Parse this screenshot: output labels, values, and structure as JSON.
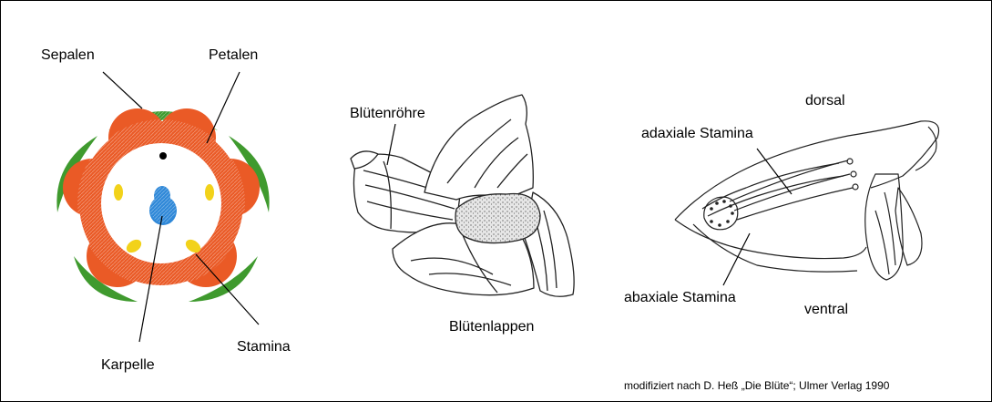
{
  "colors": {
    "sepal": "#3f9a2e",
    "petal": "#ea5a26",
    "stamen": "#f2d21a",
    "carpel": "#2f88d8",
    "line": "#000000"
  },
  "panel1": {
    "labels": {
      "sepalen": "Sepalen",
      "petalen": "Petalen",
      "karpelle": "Karpelle",
      "stamina": "Stamina"
    }
  },
  "panel2": {
    "labels": {
      "bluetenroehre": "Blütenröhre",
      "bluetenlappen": "Blütenlappen"
    }
  },
  "panel3": {
    "labels": {
      "dorsal": "dorsal",
      "adaxiale": "adaxiale Stamina",
      "abaxiale": "abaxiale Stamina",
      "ventral": "ventral"
    }
  },
  "credit": "modifiziert nach D. Heß „Die Blüte“; Ulmer Verlag 1990"
}
